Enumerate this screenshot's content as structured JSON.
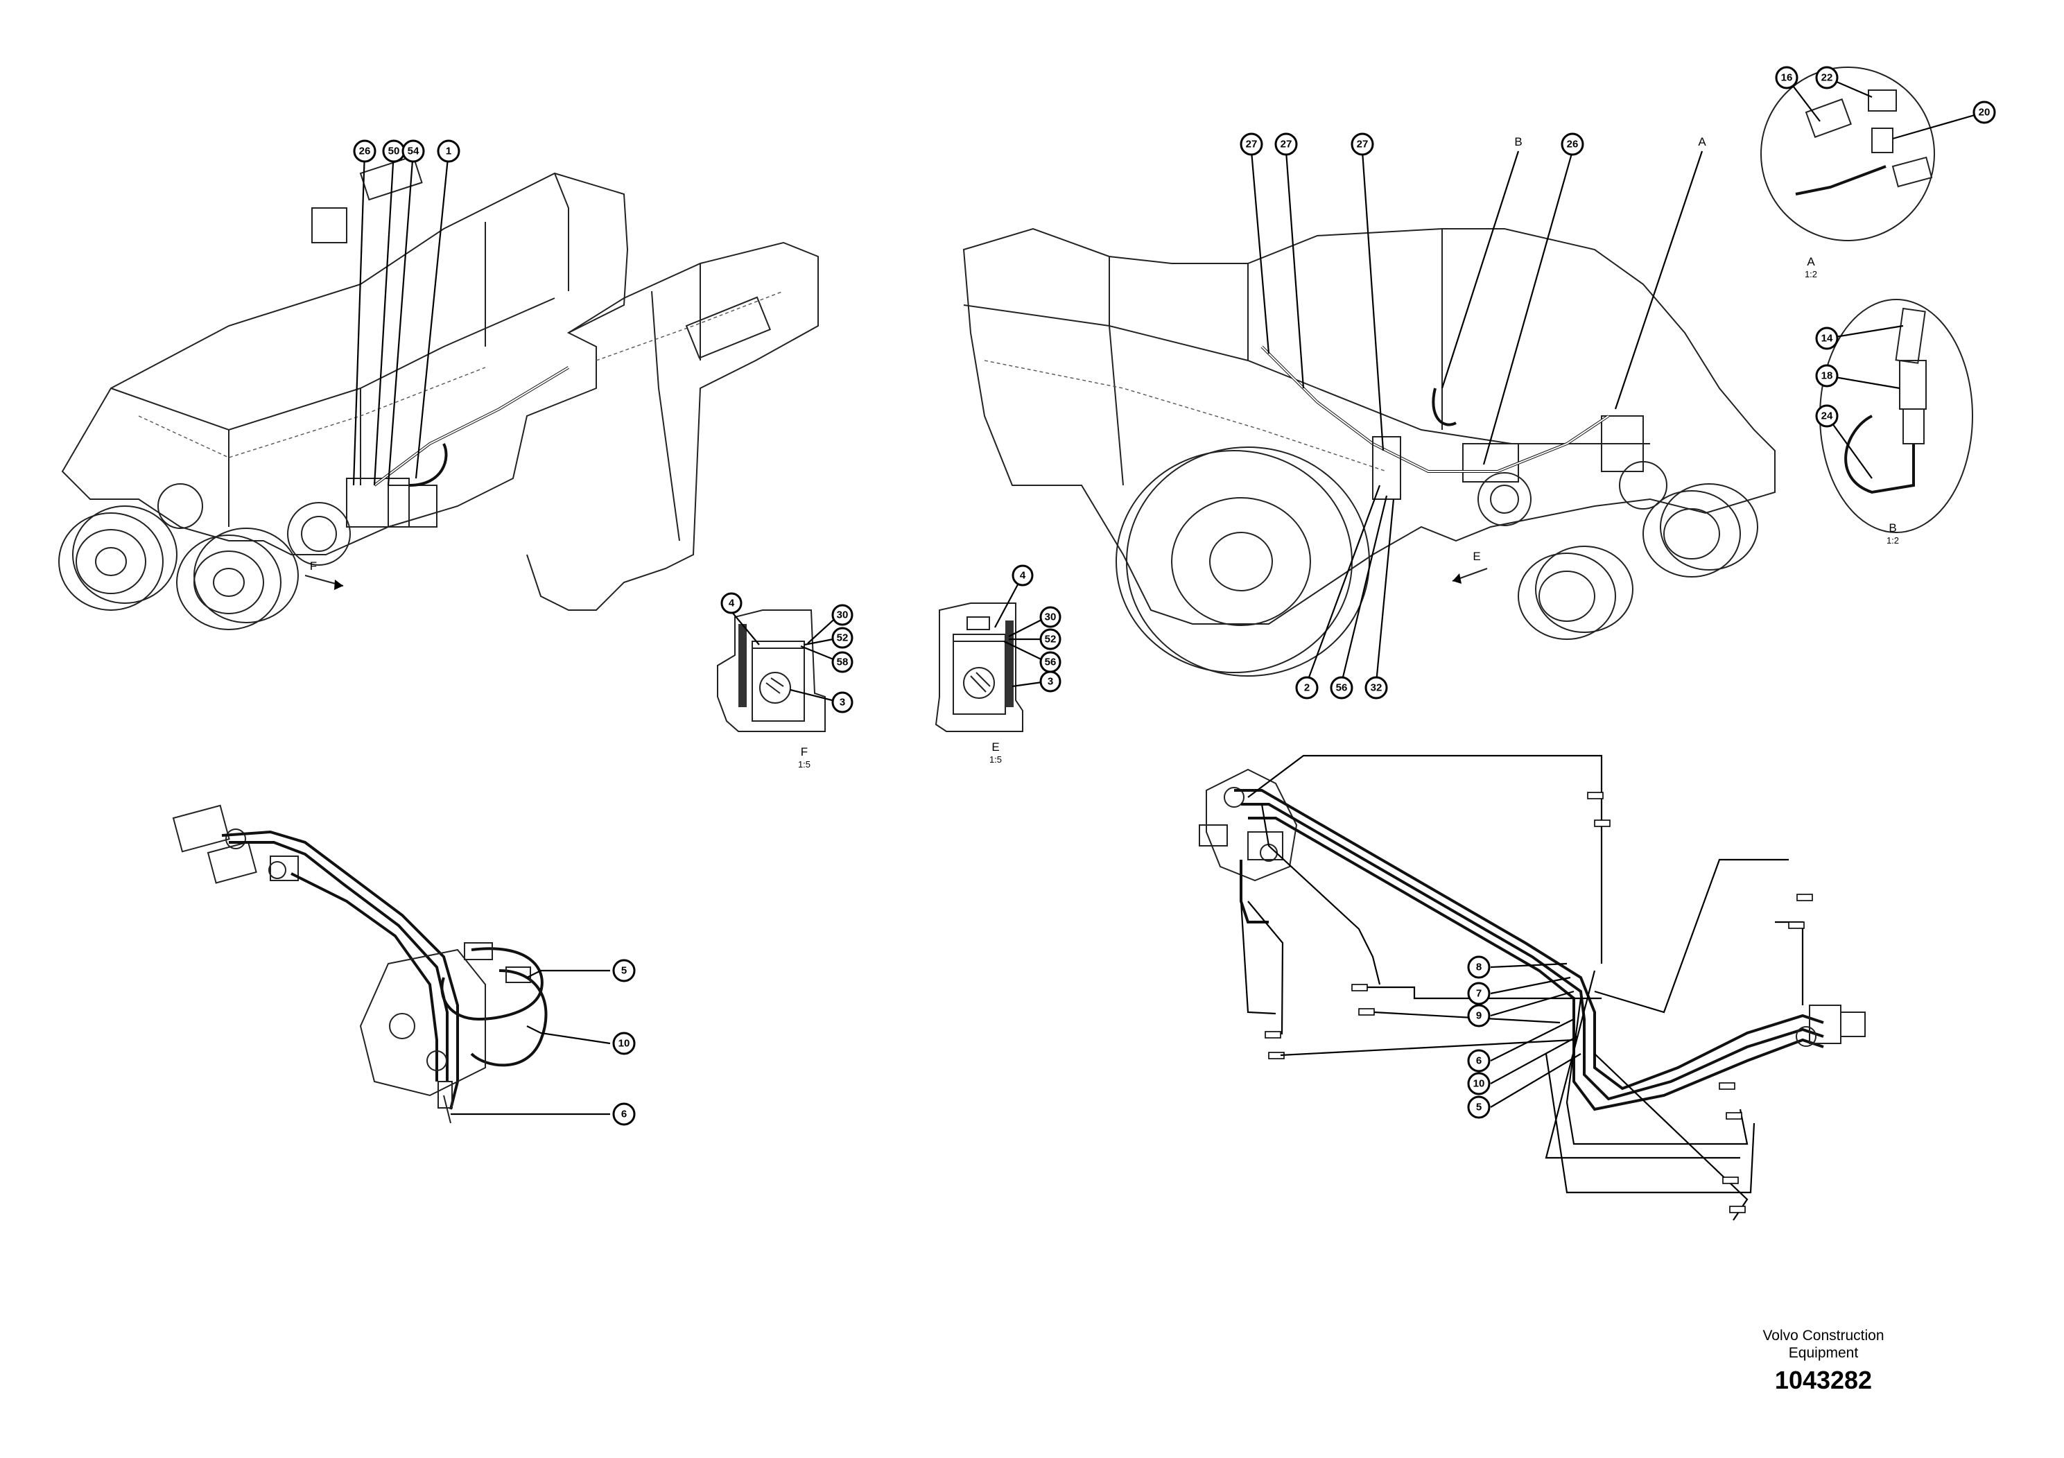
{
  "drawing": {
    "views": [
      {
        "id": "left-machine",
        "callouts": [
          "26",
          "50",
          "54",
          "1"
        ],
        "direction_label": "F"
      },
      {
        "id": "right-machine",
        "callouts": [
          "27",
          "27",
          "27",
          "B",
          "26",
          "A",
          "2",
          "56",
          "32"
        ],
        "direction_label": "E"
      },
      {
        "id": "detail-a",
        "callouts": [
          "16",
          "22",
          "20"
        ],
        "caption": "A",
        "scale": "1:2"
      },
      {
        "id": "detail-b",
        "callouts": [
          "14",
          "18",
          "24"
        ],
        "caption": "B",
        "scale": "1:2"
      },
      {
        "id": "section-f",
        "callouts": [
          "4",
          "30",
          "52",
          "58",
          "3"
        ],
        "caption": "F",
        "scale": "1:5"
      },
      {
        "id": "section-e",
        "callouts": [
          "4",
          "30",
          "52",
          "56",
          "3"
        ],
        "caption": "E",
        "scale": "1:5"
      },
      {
        "id": "hose-left",
        "callouts": [
          "5",
          "10",
          "6"
        ]
      },
      {
        "id": "hose-right",
        "callouts": [
          "8",
          "7",
          "9",
          "6",
          "10",
          "5"
        ]
      }
    ]
  },
  "footer": {
    "brand_line1": "Volvo Construction",
    "brand_line2": "Equipment",
    "document_number": "1043282"
  }
}
